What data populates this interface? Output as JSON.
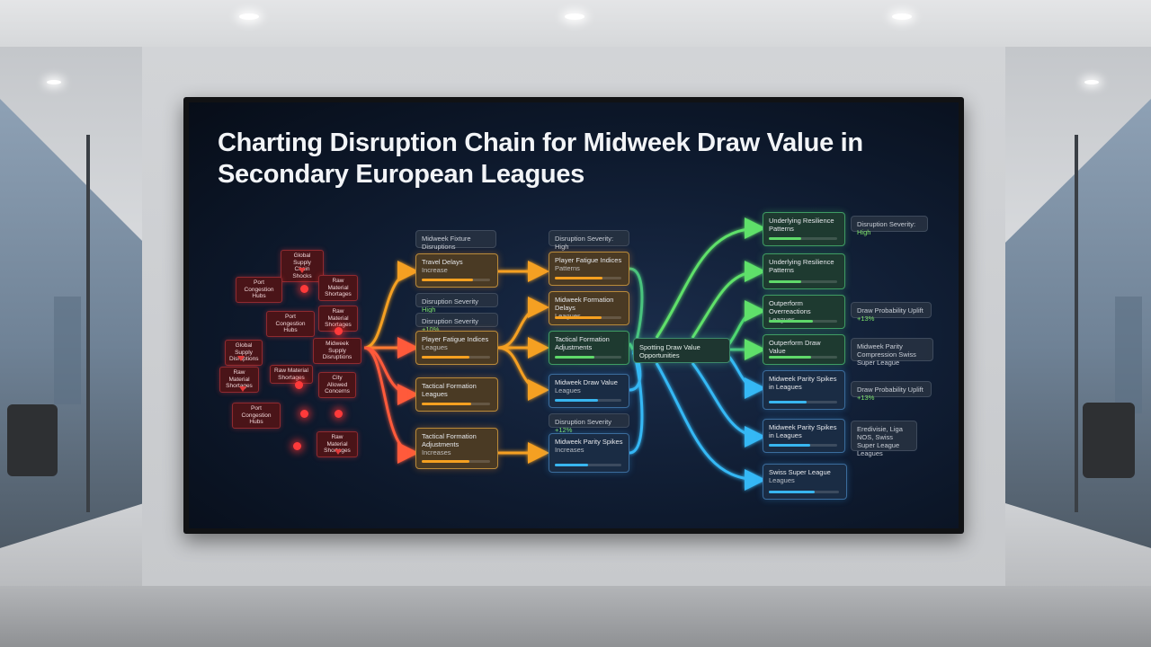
{
  "diagram": {
    "title": "Charting Disruption Chain for Midweek Draw Value in Secondary European Leagues",
    "sources": [
      "Global Supply Chain Shocks",
      "Raw Material Shortages",
      "Port Congestion Hubs",
      "Raw Material Shortages",
      "Port Congestion Hubs",
      "Raw Material Shortages",
      "Global Supply Disruptions",
      "Midweek Supply Disruptions",
      "Raw Material Shortages",
      "City Allowed Concerns",
      "Port Congestion Hubs",
      "Raw Material Shortages"
    ],
    "stage1": {
      "header": "Midweek Fixture Disruptions",
      "nodes": [
        {
          "title": "Travel Delays",
          "sub": "Increase",
          "fill": 0.75
        },
        {
          "title": "Player Fatigue Indices",
          "sub": "Leagues",
          "fill": 0.7
        },
        {
          "title": "Tactical Formation Leagues",
          "sub": "",
          "fill": 0.72
        },
        {
          "title": "Tactical Formation Adjustments",
          "sub": "Increases",
          "fill": 0.7
        }
      ],
      "labels": [
        {
          "text": "Disruption Severity",
          "value": "High"
        },
        {
          "text": "Disruption Severity",
          "value": "+10%"
        }
      ]
    },
    "stage2": {
      "header": "Disruption Severity: High",
      "nodes": [
        {
          "title": "Player Fatigue Indices",
          "sub": "Patterns",
          "fill": 0.72
        },
        {
          "title": "Midweek Formation Delays",
          "sub": "Leagues",
          "fill": 0.7
        },
        {
          "title": "Tactical Formation Adjustments",
          "sub": "",
          "fill": 0.6
        },
        {
          "title": "Midweek Draw Value",
          "sub": "Leagues",
          "fill": 0.65
        },
        {
          "title": "Midweek Parity Spikes",
          "sub": "Increases",
          "fill": 0.5
        }
      ],
      "labels": [
        {
          "text": "Disruption Severity",
          "value": "+12%"
        }
      ]
    },
    "hub": "Spotting Draw Value Opportunities",
    "stage3": {
      "nodes": [
        {
          "title": "Underlying Resilience Patterns",
          "color": "green",
          "fill": 0.47
        },
        {
          "title": "Underlying Resilience Patterns",
          "color": "green",
          "fill": 0.48
        },
        {
          "title": "Outperform Overreactions",
          "sub": "Leagues",
          "color": "green",
          "fill": 0.65
        },
        {
          "title": "Outperform Draw Value",
          "color": "green",
          "fill": 0.62
        },
        {
          "title": "Midweek Parity Spikes in Leagues",
          "color": "blue",
          "fill": 0.55
        },
        {
          "title": "Midweek Parity Spikes in Leagues",
          "color": "blue",
          "fill": 0.6
        },
        {
          "title": "Swiss Super League",
          "sub": "Leagues",
          "color": "blue",
          "fill": 0.65
        }
      ],
      "labels": [
        {
          "text": "Disruption Severity:",
          "value": "High"
        },
        {
          "text": "Draw Probability Uplift",
          "value": "+13%"
        },
        {
          "text": "Midweek Parity Compression Swiss Super League",
          "value": ""
        },
        {
          "text": "Draw Probability Uplift",
          "value": "+13%"
        },
        {
          "text": "Eredivisie, Liga NOS, Swiss Super League Leagues",
          "value": ""
        }
      ]
    }
  }
}
